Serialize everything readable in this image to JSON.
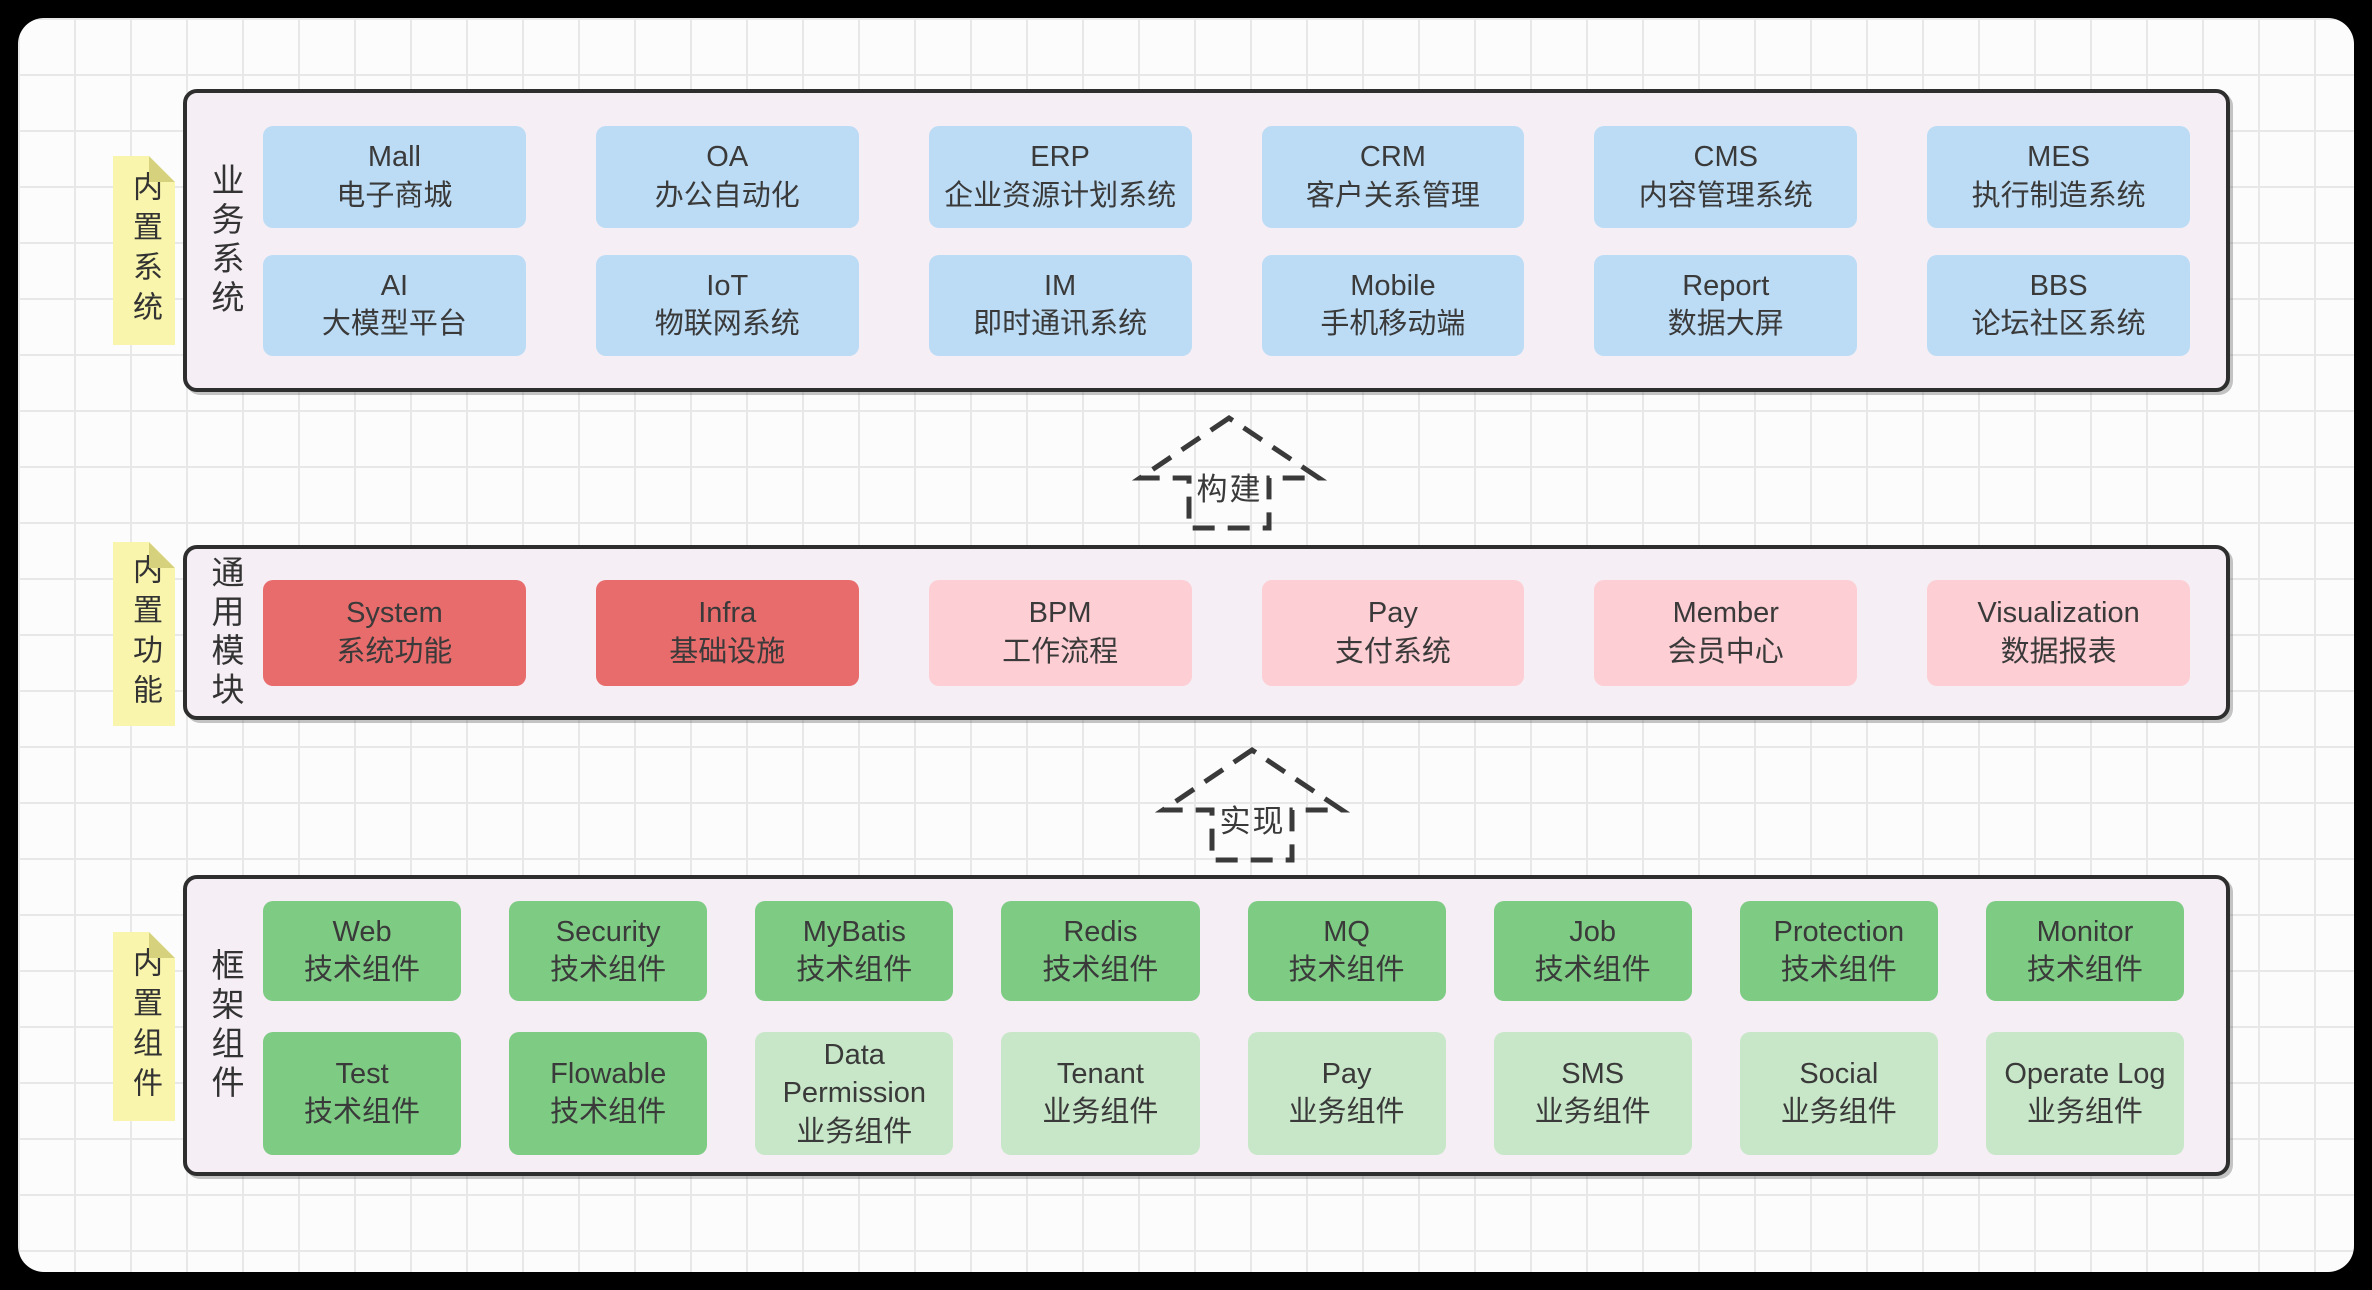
{
  "colors": {
    "frame": "#000000",
    "canvas_bg": "#fcfcfc",
    "grid_line": "#e8e8e8",
    "panel_bg": "#f5eef5",
    "panel_border": "#2e2e2e",
    "sticky_bg": "#f9f5ac",
    "sticky_fold": "#d5d17c",
    "box_blue": "#bcdcf5",
    "box_red": "#e86c6c",
    "box_pink": "#fdced4",
    "box_green": "#7ecb84",
    "box_green_light": "#c8e7c8",
    "text": "#3a3a3a",
    "arrow": "#3a3a3a"
  },
  "layers": [
    {
      "sticky": "内置系统",
      "panel_label": "业务系统",
      "rows": [
        [
          {
            "en": "Mall",
            "cn": "电子商城"
          },
          {
            "en": "OA",
            "cn": "办公自动化"
          },
          {
            "en": "ERP",
            "cn": "企业资源计划系统"
          },
          {
            "en": "CRM",
            "cn": "客户关系管理"
          },
          {
            "en": "CMS",
            "cn": "内容管理系统"
          },
          {
            "en": "MES",
            "cn": "执行制造系统"
          }
        ],
        [
          {
            "en": "AI",
            "cn": "大模型平台"
          },
          {
            "en": "IoT",
            "cn": "物联网系统"
          },
          {
            "en": "IM",
            "cn": "即时通讯系统"
          },
          {
            "en": "Mobile",
            "cn": "手机移动端"
          },
          {
            "en": "Report",
            "cn": "数据大屏"
          },
          {
            "en": "BBS",
            "cn": "论坛社区系统"
          }
        ]
      ]
    },
    {
      "sticky": "内置功能",
      "panel_label": "通用模块",
      "rows": [
        [
          {
            "en": "System",
            "cn": "系统功能"
          },
          {
            "en": "Infra",
            "cn": "基础设施"
          },
          {
            "en": "BPM",
            "cn": "工作流程"
          },
          {
            "en": "Pay",
            "cn": "支付系统"
          },
          {
            "en": "Member",
            "cn": "会员中心"
          },
          {
            "en": "Visualization",
            "cn": "数据报表"
          }
        ]
      ]
    },
    {
      "sticky": "内置组件",
      "panel_label": "框架组件",
      "rows": [
        [
          {
            "en": "Web",
            "cn": "技术组件"
          },
          {
            "en": "Security",
            "cn": "技术组件"
          },
          {
            "en": "MyBatis",
            "cn": "技术组件"
          },
          {
            "en": "Redis",
            "cn": "技术组件"
          },
          {
            "en": "MQ",
            "cn": "技术组件"
          },
          {
            "en": "Job",
            "cn": "技术组件"
          },
          {
            "en": "Protection",
            "cn": "技术组件"
          },
          {
            "en": "Monitor",
            "cn": "技术组件"
          }
        ],
        [
          {
            "en": "Test",
            "cn": "技术组件"
          },
          {
            "en": "Flowable",
            "cn": "技术组件"
          },
          {
            "en": "Data Permission",
            "cn": "业务组件"
          },
          {
            "en": "Tenant",
            "cn": "业务组件"
          },
          {
            "en": "Pay",
            "cn": "业务组件"
          },
          {
            "en": "SMS",
            "cn": "业务组件"
          },
          {
            "en": "Social",
            "cn": "业务组件"
          },
          {
            "en": "Operate Log",
            "cn": "业务组件"
          }
        ]
      ]
    }
  ],
  "arrows": [
    {
      "label": "构建"
    },
    {
      "label": "实现"
    }
  ]
}
